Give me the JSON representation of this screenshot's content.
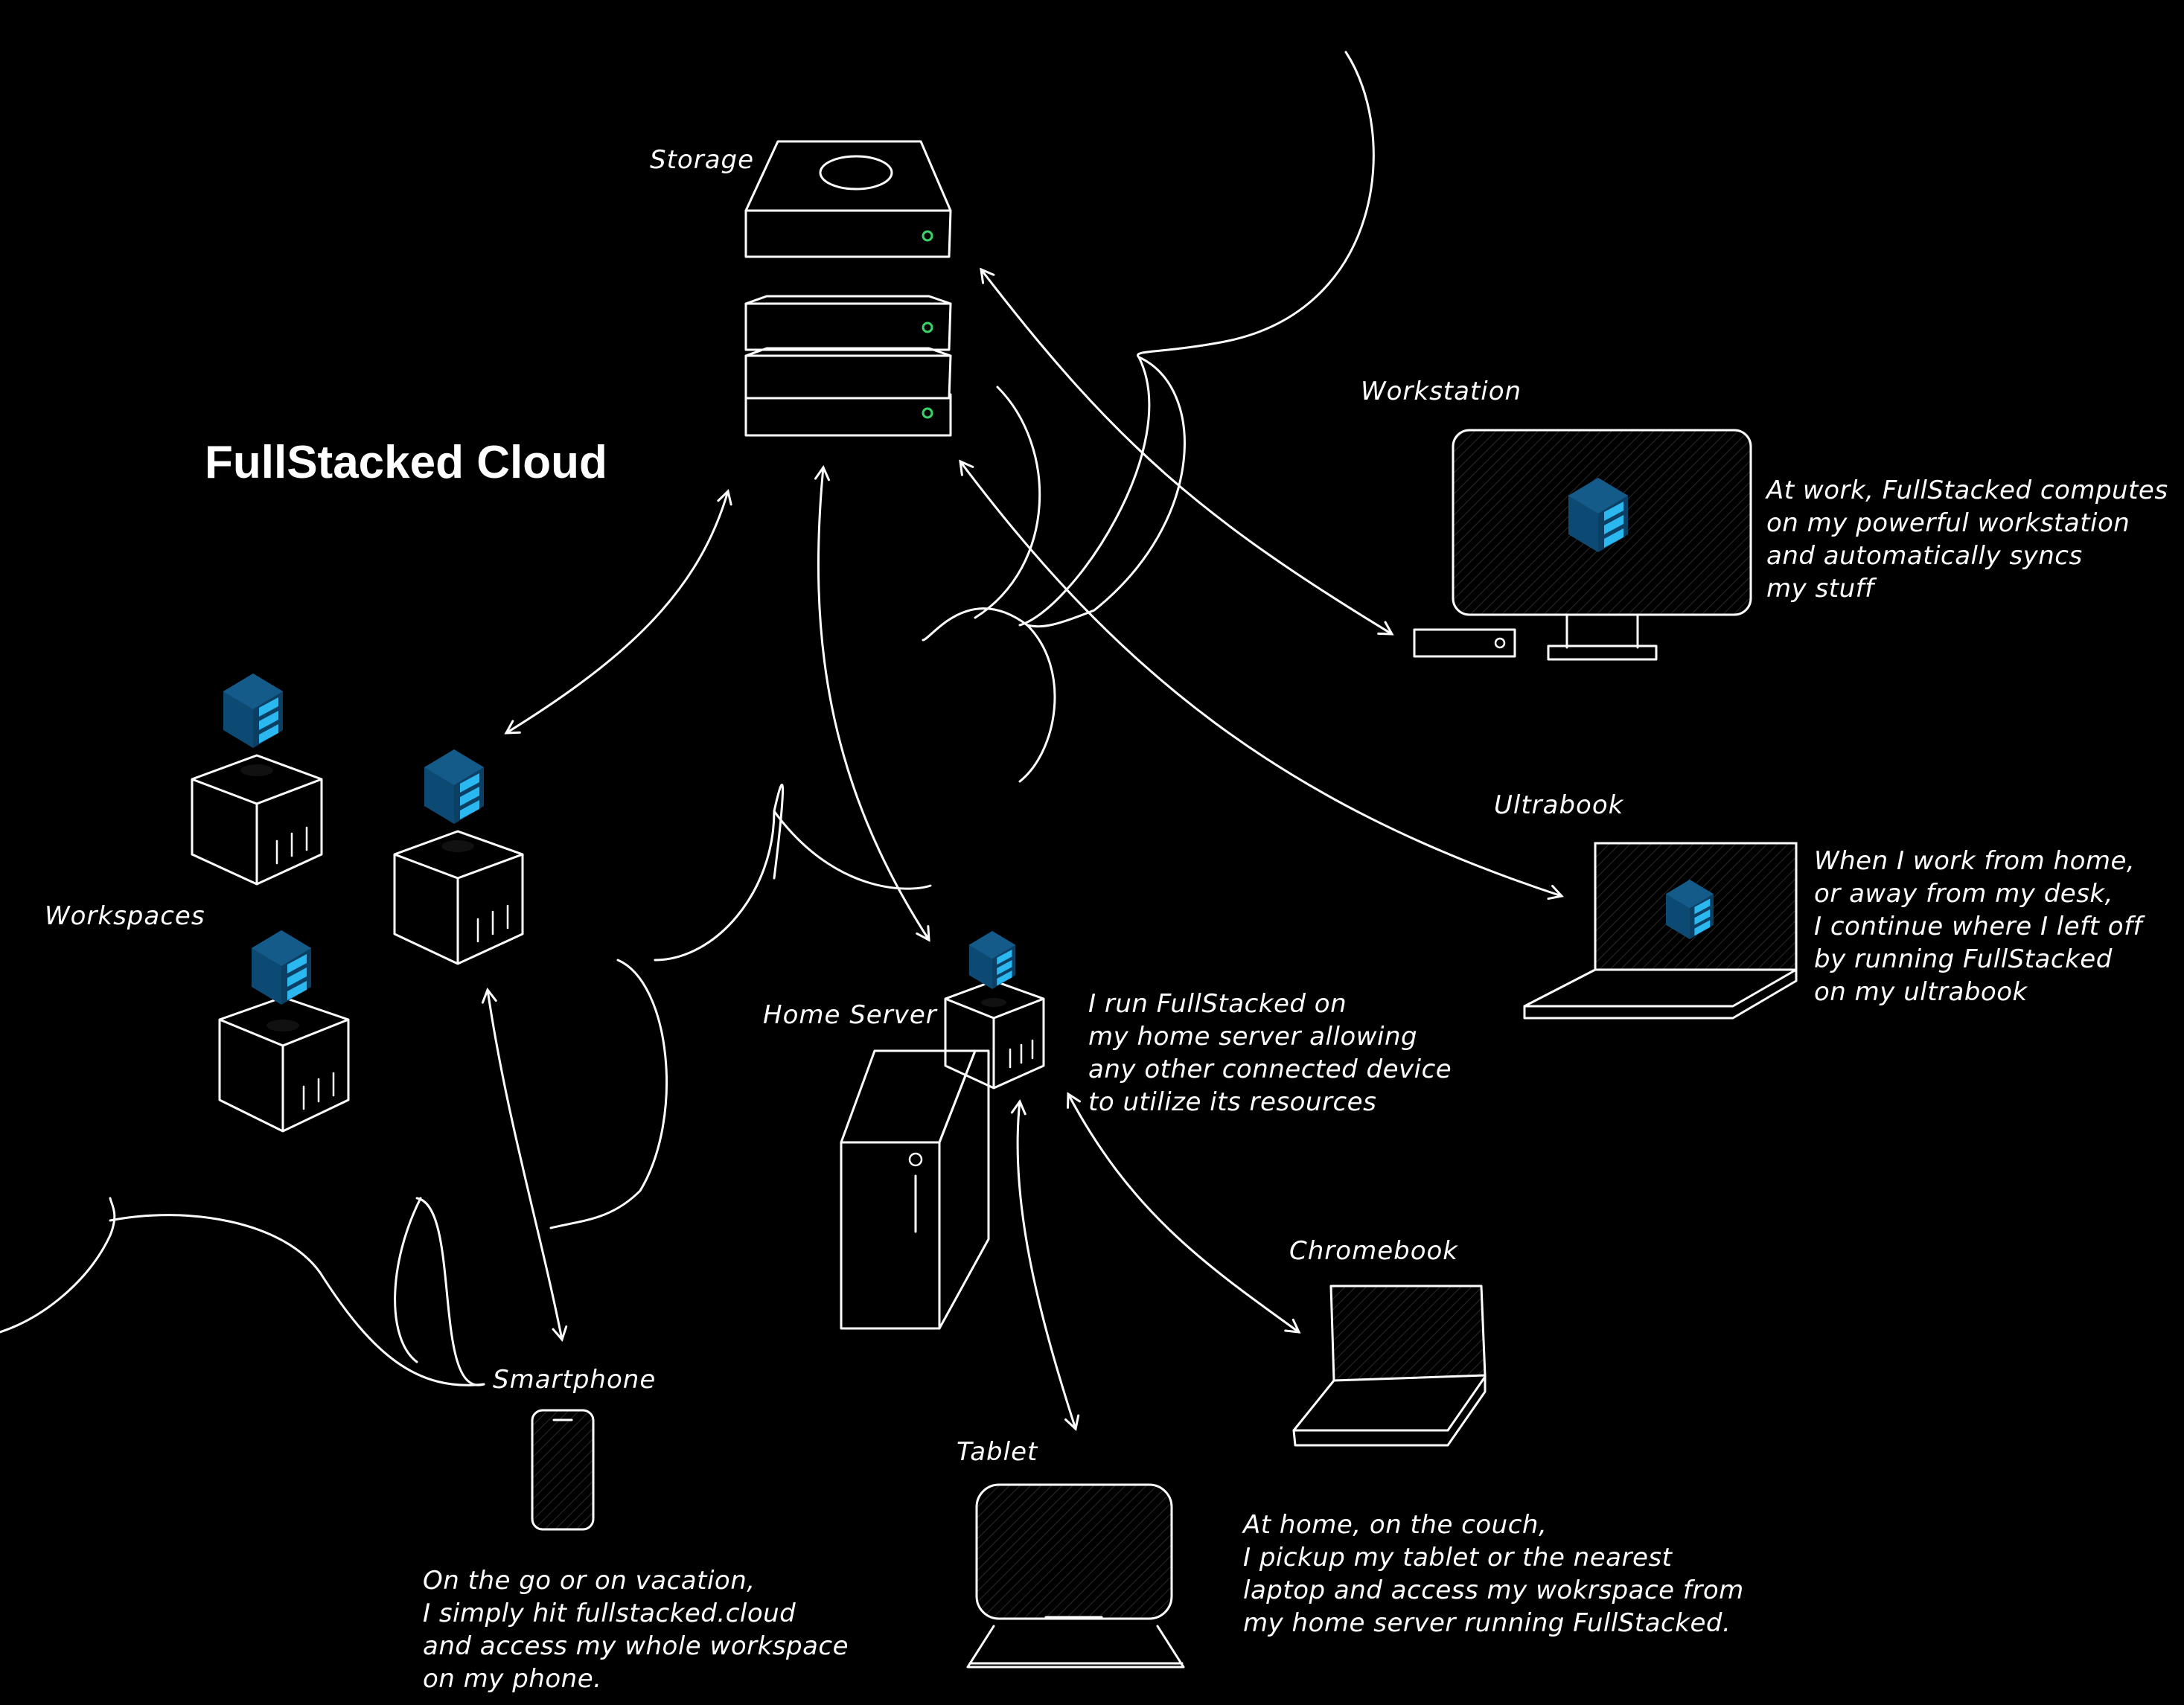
{
  "title": "FullStacked Cloud",
  "colors": {
    "background": "#000000",
    "stroke": "#ffffff",
    "logo_dark": "#0d4a73",
    "logo_mid": "#145b8a",
    "logo_accent": "#2bb8f0",
    "led": "#38d46a"
  },
  "labels": {
    "storage": "Storage",
    "workstation": "Workstation",
    "ultrabook": "Ultrabook",
    "workspaces": "Workspaces",
    "home_server": "Home Server",
    "chromebook": "Chromebook",
    "smartphone": "Smartphone",
    "tablet": "Tablet"
  },
  "notes": {
    "workstation": [
      "At work, FullStacked computes",
      "on my powerful workstation",
      "and automatically syncs",
      "my stuff"
    ],
    "ultrabook": [
      "When I work from home,",
      "or away from my desk,",
      "I continue where I left off",
      "by running FullStacked",
      "on my ultrabook"
    ],
    "home_server": [
      "I run FullStacked on",
      "my home server allowing",
      "any other connected device",
      "to utilize its resources"
    ],
    "tablet_chromebook": [
      "At home, on the couch,",
      "I pickup my tablet or the nearest",
      "laptop and access my wokrspace from",
      "my home server running FullStacked."
    ],
    "smartphone": [
      "On the go or on vacation,",
      "I simply hit fullstacked.cloud",
      "and access my whole workspace",
      "on my phone."
    ]
  },
  "icons": [
    "fullstacked-logo-icon",
    "storage-drive-icon",
    "monitor-icon",
    "laptop-icon",
    "tower-server-icon",
    "container-box-icon",
    "phone-icon",
    "tablet-icon"
  ]
}
